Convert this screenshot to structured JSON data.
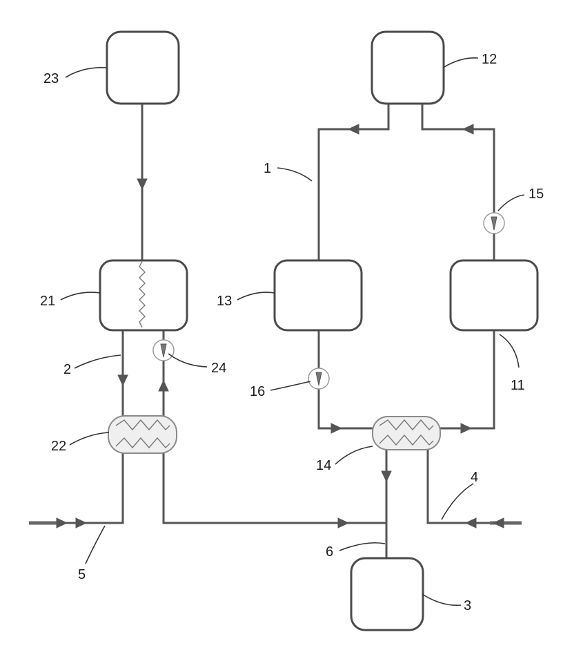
{
  "labels": {
    "n1": "1",
    "n2": "2",
    "n3": "3",
    "n4": "4",
    "n5": "5",
    "n6": "6",
    "n11": "11",
    "n12": "12",
    "n13": "13",
    "n14": "14",
    "n15": "15",
    "n16": "16",
    "n21": "21",
    "n22": "22",
    "n23": "23",
    "n24": "24"
  }
}
